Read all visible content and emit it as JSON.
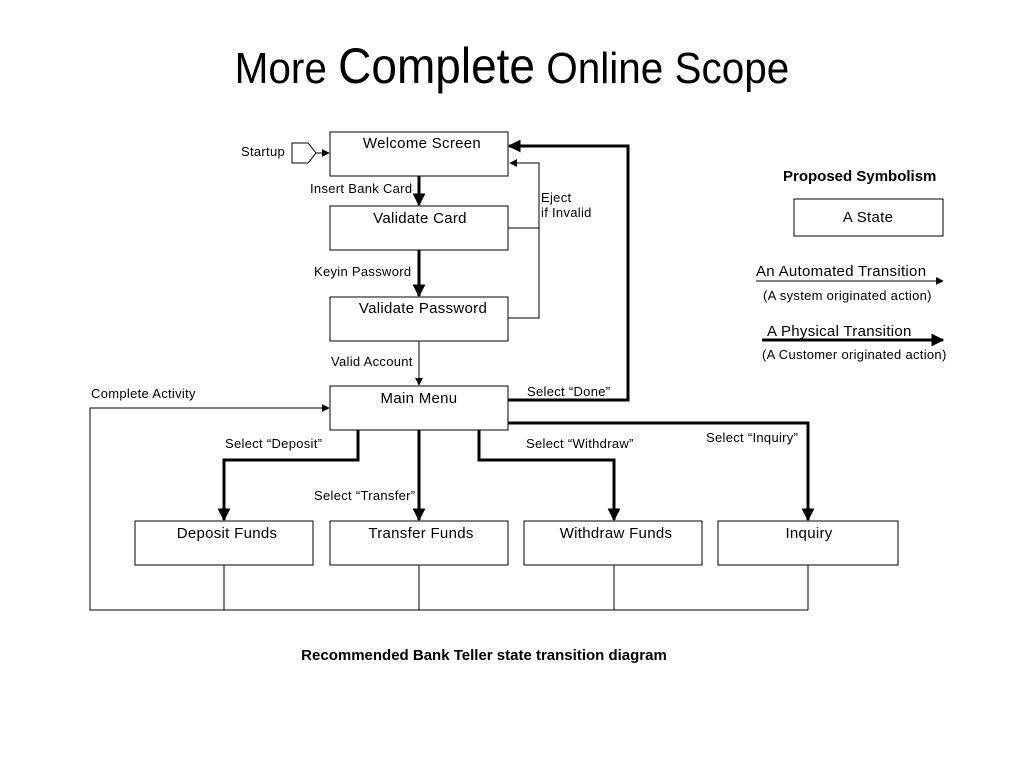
{
  "title": {
    "part1": "More ",
    "part2": "Complete",
    "part3": " Online Scope"
  },
  "states": {
    "welcome": "Welcome Screen",
    "validate_card": "Validate Card",
    "validate_password": "Validate Password",
    "main_menu": "Main Menu",
    "deposit": "Deposit Funds",
    "transfer": "Transfer Funds",
    "withdraw": "Withdraw Funds",
    "inquiry": "Inquiry"
  },
  "transitions": {
    "startup": "Startup",
    "insert_card": "Insert Bank Card",
    "eject_line1": "Eject",
    "eject_line2": "if Invalid",
    "keyin_password": "Keyin Password",
    "valid_account": "Valid Account",
    "complete_activity": "Complete Activity",
    "select_done": "Select “Done”",
    "select_deposit": "Select “Deposit”",
    "select_withdraw": "Select “Withdraw”",
    "select_inquiry": "Select “Inquiry”",
    "select_transfer": "Select “Transfer”"
  },
  "legend": {
    "heading": "Proposed Symbolism",
    "state": "A State",
    "automated": "An Automated Transition",
    "automated_note": "(A system originated action)",
    "physical": "A Physical Transition",
    "physical_note": "(A Customer originated action)"
  },
  "caption": "Recommended Bank Teller state transition diagram"
}
